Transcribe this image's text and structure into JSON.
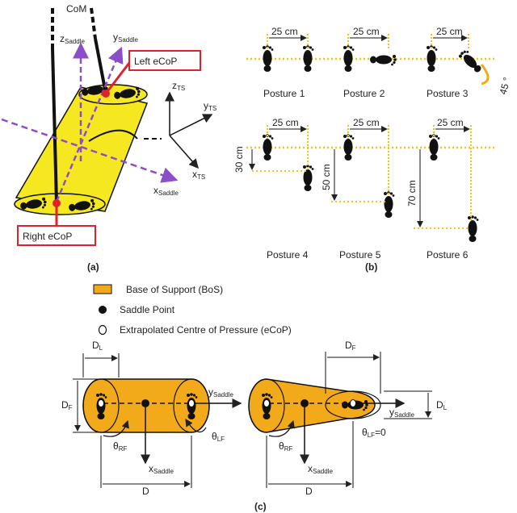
{
  "panel_a": {
    "label": "(a)",
    "com": "CoM",
    "z_saddle": "z",
    "z_saddle_sub": "Saddle",
    "y_saddle": "y",
    "y_saddle_sub": "Saddle",
    "x_saddle": "x",
    "x_saddle_sub": "Saddle",
    "z_ts": "z",
    "z_ts_sub": "TS",
    "y_ts": "y",
    "y_ts_sub": "TS",
    "x_ts": "x",
    "x_ts_sub": "TS",
    "left_ecop": "Left eCoP",
    "right_ecop": "Right eCoP"
  },
  "panel_b": {
    "label": "(b)",
    "postures": [
      "Posture 1",
      "Posture 2",
      "Posture 3",
      "Posture 4",
      "Posture 5",
      "Posture 6"
    ],
    "width_label": "25 cm",
    "angle_label": "45 °",
    "depth_labels": [
      "30 cm",
      "50 cm",
      "70 cm"
    ]
  },
  "legend": {
    "bos": "Base of Support (BoS)",
    "saddle": "Saddle Point",
    "ecop": "Extrapolated Centre of Pressure (eCoP)"
  },
  "panel_c": {
    "label": "(c)",
    "d": "D",
    "d_l": "D",
    "d_l_sub": "L",
    "d_f": "D",
    "d_f_sub": "F",
    "theta": "θ",
    "theta_rf_sub": "RF",
    "theta_lf_sub": "LF",
    "theta_lf_zero_sub": "LF",
    "theta_lf_zero_val": "=0",
    "y_saddle": "y",
    "y_saddle_sub": "Saddle",
    "x_saddle": "x",
    "x_saddle_sub": "Saddle"
  },
  "colors": {
    "bos": "#f2a91a",
    "cylinder": "#f6e820",
    "guide": "#f2c318",
    "arrow": "#8a4fc8",
    "callout": "#e0202a"
  }
}
